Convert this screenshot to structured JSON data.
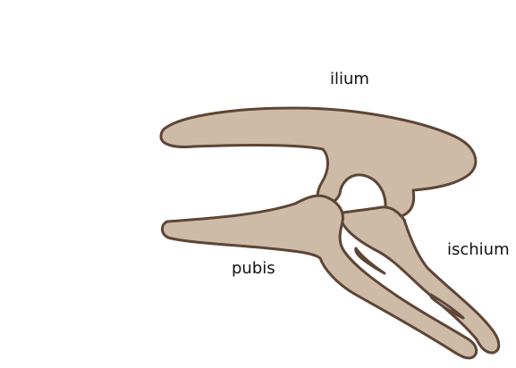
{
  "labels": {
    "ilium": "ilium",
    "pubis": "pubis",
    "ischium": "ischium"
  },
  "colors": {
    "bone_fill": "#cdbba8",
    "bone_outline": "#5e4536",
    "background": "#ffffff",
    "text": "#111111"
  }
}
